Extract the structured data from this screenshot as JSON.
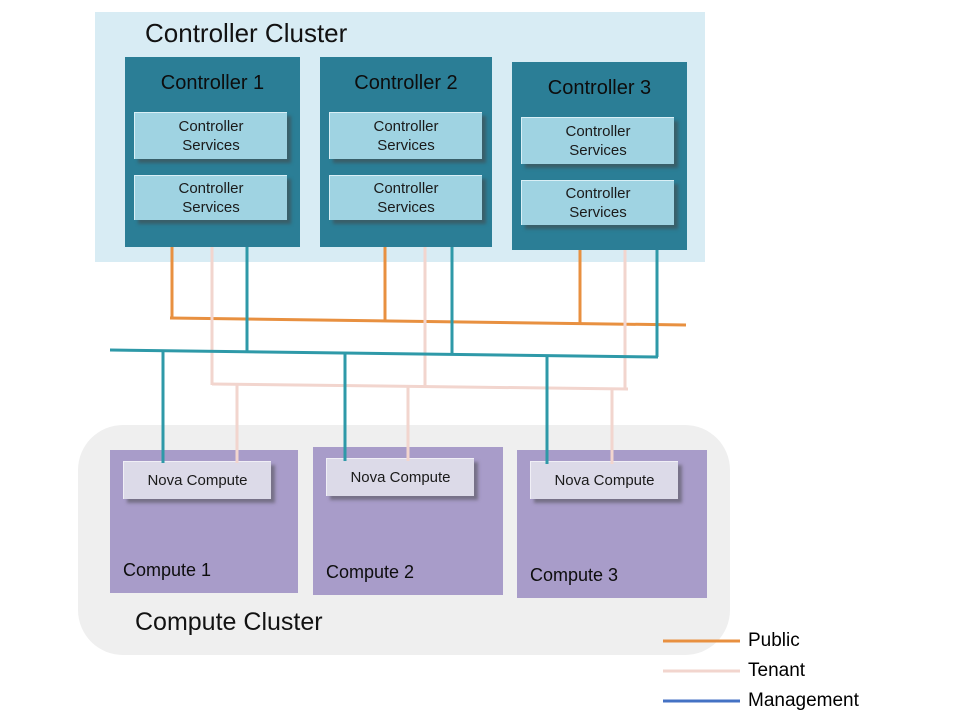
{
  "colors": {
    "public_line": "#E89040",
    "tenant_line": "#F2D5CE",
    "management_diagram_line": "#2E99A8",
    "management_legend_line": "#4472C4",
    "controller_cluster_bg": "#D8ECF4",
    "controller_box": "#2B7E96",
    "service_box": "#9FD3E2",
    "compute_cluster_bg": "#EFEFEF",
    "compute_box": "#A89CC9",
    "nova_box": "#DCDAE8"
  },
  "controller_cluster": {
    "title": "Controller Cluster",
    "controllers": [
      {
        "title": "Controller 1",
        "services": [
          {
            "label": "Controller\nServices"
          },
          {
            "label": "Controller\nServices"
          }
        ]
      },
      {
        "title": "Controller 2",
        "services": [
          {
            "label": "Controller\nServices"
          },
          {
            "label": "Controller\nServices"
          }
        ]
      },
      {
        "title": "Controller 3",
        "services": [
          {
            "label": "Controller\nServices"
          },
          {
            "label": "Controller\nServices"
          }
        ]
      }
    ]
  },
  "compute_cluster": {
    "title": "Compute Cluster",
    "computes": [
      {
        "title": "Compute 1",
        "service": "Nova Compute"
      },
      {
        "title": "Compute 2",
        "service": "Nova Compute"
      },
      {
        "title": "Compute 3",
        "service": "Nova Compute"
      }
    ]
  },
  "legend": {
    "items": [
      {
        "label": "Public",
        "color": "#E89040"
      },
      {
        "label": "Tenant",
        "color": "#F2D5CE"
      },
      {
        "label": "Management",
        "color": "#4472C4"
      }
    ]
  }
}
